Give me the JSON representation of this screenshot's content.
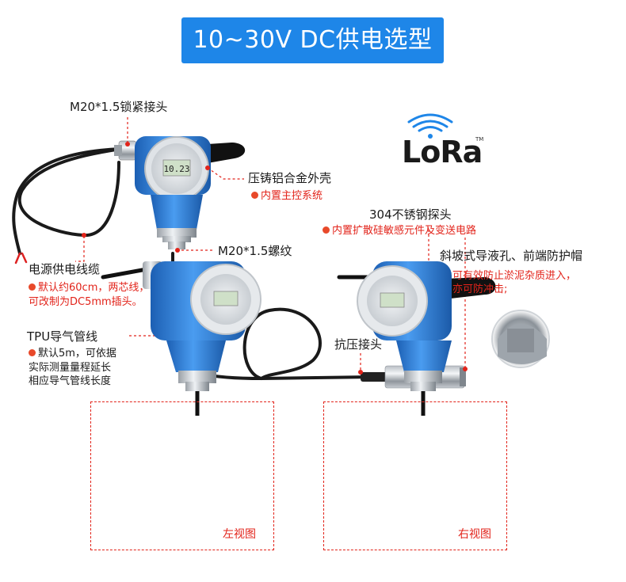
{
  "title": "10~30V DC供电选型",
  "lora": {
    "text": "LoRa",
    "tm": "TM"
  },
  "labels": {
    "m20_lock": "M20*1.5锁紧接头",
    "housing": "压铸铝合金外壳",
    "housing_note": "内置主控系统",
    "m20_thread": "M20*1.5螺纹",
    "probe": "304不锈钢探头",
    "probe_note": "内置扩散硅敏感元件及变送电路",
    "slope": "斜坡式导液孔、前端防护帽",
    "slope_note1": "可有效防止淤泥杂质进入，",
    "slope_note2": "亦可防冲击;",
    "power_cable": "电源供电线缆",
    "power_note1": "默认约60cm，两芯线，",
    "power_note2": "可改制为DC5mm插头。",
    "tpu": "TPU导气管线",
    "tpu_note1": "默认5m，可依据",
    "tpu_note2": "实际测量量程延长",
    "tpu_note3": "相应导气管线长度",
    "press_joint": "抗压接头"
  },
  "display": {
    "reading": "10.23"
  },
  "views": {
    "left": "左视图",
    "right": "右视图"
  },
  "colors": {
    "brand_blue": "#1e86e8",
    "accent_red": "#e2231a",
    "housing_blue": "#3d8ee0"
  }
}
